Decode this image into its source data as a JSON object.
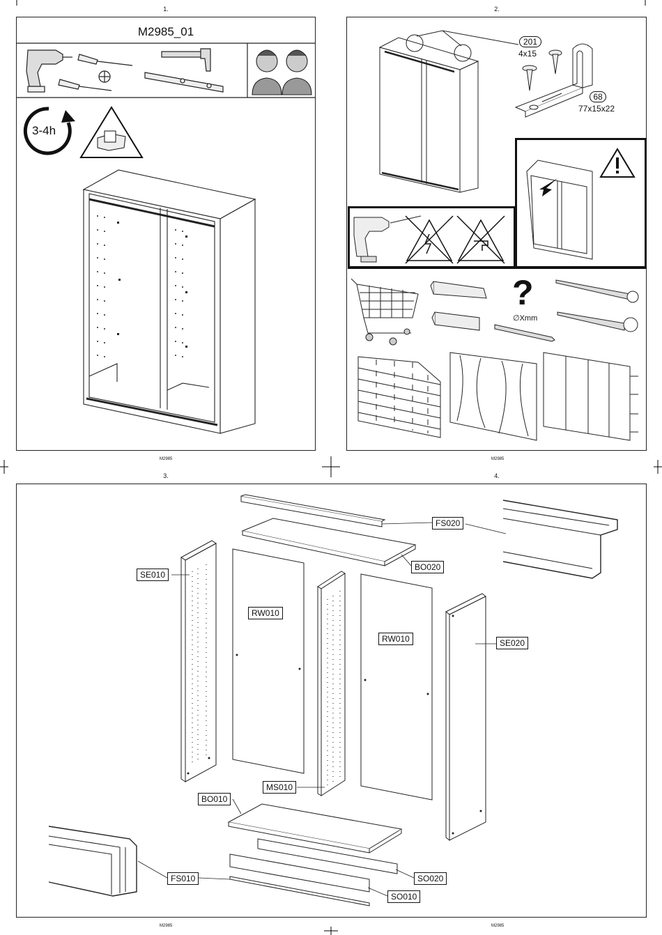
{
  "pages": {
    "p1": {
      "num": "1.",
      "model": "M2985_01",
      "time": "3-4h",
      "footer": "M2985"
    },
    "p2": {
      "num": "2.",
      "footer": "M2985",
      "fitting_201": {
        "id": "201",
        "size": "4x15"
      },
      "fitting_68": {
        "id": "68",
        "size": "77x15x22"
      },
      "drill_size": "∅Xmm",
      "question": "?"
    },
    "p3": {
      "num": "3.",
      "footer": "M2985"
    },
    "p4": {
      "num": "4.",
      "footer": "M2985"
    }
  },
  "parts": {
    "FS020": "FS020",
    "BO020": "BO020",
    "SE010": "SE010",
    "RW010a": "RW010",
    "RW010b": "RW010",
    "SE020": "SE020",
    "MS010": "MS010",
    "BO010": "BO010",
    "FS010": "FS010",
    "SO020": "SO020",
    "SO010": "SO010"
  }
}
